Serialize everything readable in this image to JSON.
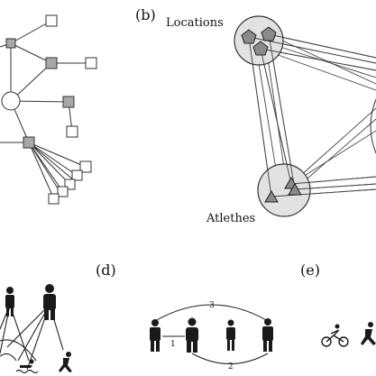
{
  "panels": {
    "b": {
      "marker": "(b)",
      "top_label": "Locations",
      "bottom_label": "Atlethes"
    },
    "d": {
      "marker": "(d)",
      "edge_labels": [
        "1",
        "2",
        "3"
      ]
    },
    "e": {
      "marker": "(e)"
    }
  },
  "colors": {
    "line": "#333333",
    "node_fill_gray": "#a8a8a8",
    "node_fill_white": "#ffffff",
    "cluster_fill": "#e2e2e2",
    "figure": "#1a1a1a"
  }
}
